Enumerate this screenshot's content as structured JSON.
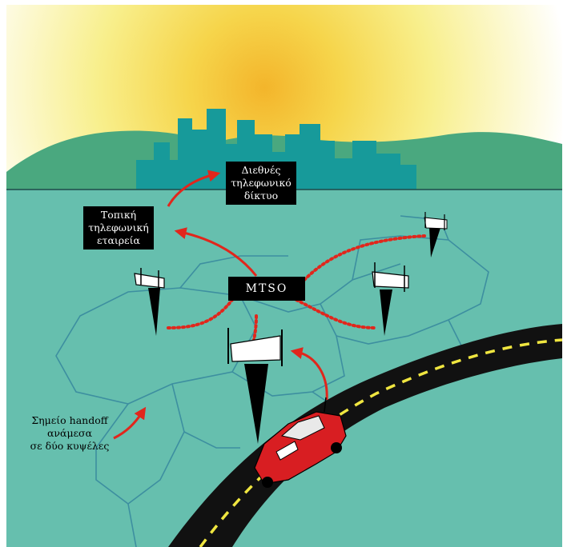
{
  "labels": {
    "international_network": [
      "Διεθνές",
      "τηλεφωνικό",
      "δίκτυο"
    ],
    "local_company": [
      "Τοπική",
      "τηλεφωνική",
      "εταιρεία"
    ],
    "mtso": "MTSO",
    "handoff_point": [
      "Σημείο handoff",
      "ανάμεσα",
      "σε δύο κυψέλες"
    ]
  },
  "colors": {
    "sky_top": "#ffffff",
    "sun": "#f3c33a",
    "ground": "#66bfae",
    "hills": "#4aa87f",
    "city": "#179a9a",
    "cell_lines": "#3d8fa0",
    "links": "#e1261c",
    "road": "#111111",
    "road_markings": "#f0e640",
    "car": "#d81e22"
  }
}
